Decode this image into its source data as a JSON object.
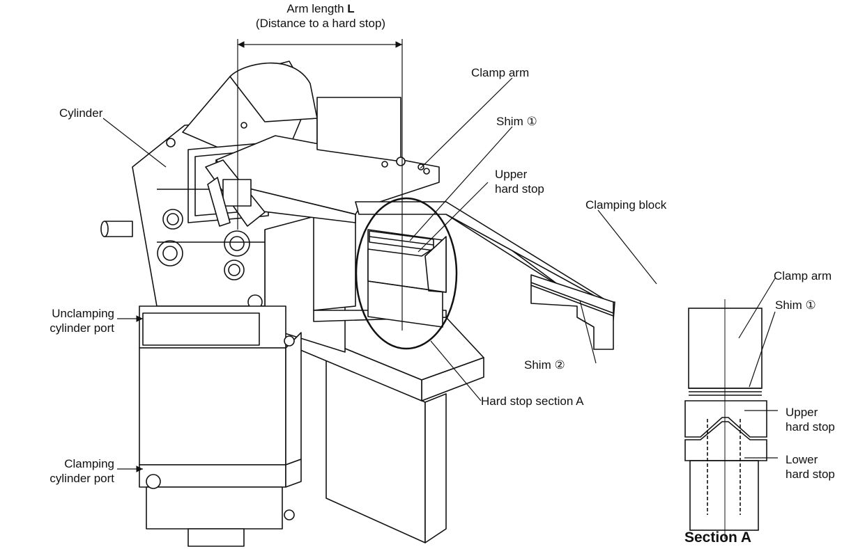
{
  "labels": {
    "arm_length_prefix": "Arm length ",
    "arm_length_symbol": "L",
    "arm_length_note": "(Distance to a hard stop)",
    "cylinder": "Cylinder",
    "clamp_arm": "Clamp arm",
    "shim_1": "Shim ①",
    "upper_hard_stop_1": "Upper",
    "upper_hard_stop_2": "hard stop",
    "clamping_block": "Clamping block",
    "unclamping_port_1": "Unclamping",
    "unclamping_port_2": "cylinder port",
    "shim_2": "Shim ②",
    "hard_stop_section": "Hard stop section A",
    "clamping_port_1": "Clamping",
    "clamping_port_2": "cylinder port"
  },
  "section": {
    "clamp_arm": "Clamp arm",
    "shim_1": "Shim ①",
    "upper_1": "Upper",
    "upper_2": "hard stop",
    "lower_1": "Lower",
    "lower_2": "hard stop",
    "title": "Section A"
  }
}
